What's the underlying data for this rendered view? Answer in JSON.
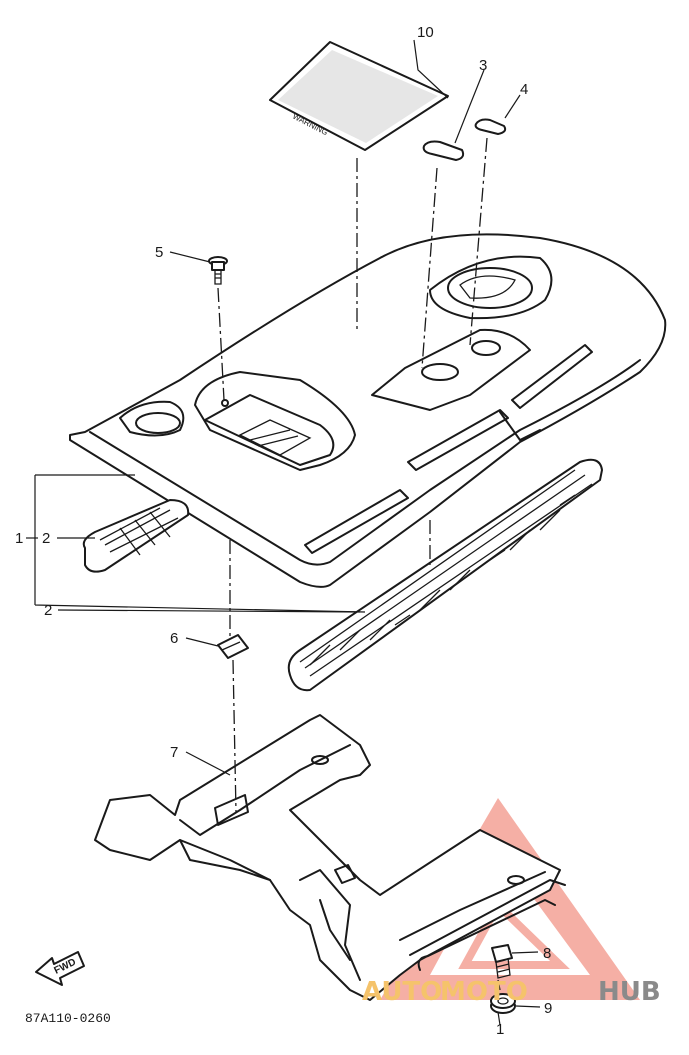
{
  "diagram": {
    "code": "87A110-0260",
    "fwd_label": "FWD",
    "warning_text": "WARNING",
    "callouts": {
      "p1": "1",
      "p2a": "2",
      "p2b": "2",
      "p3": "3",
      "p4": "4",
      "p5": "5",
      "p6": "6",
      "p7": "7",
      "p8": "8",
      "p9": "9",
      "p10": "10",
      "p1b": "1"
    }
  },
  "watermark": {
    "part1": "AUTO",
    "part2": "MOTO",
    "part3": "HUB",
    "color_primary": "#f08a7a",
    "color_auto": "#f5c36b",
    "color_hub": "#8a8a8a"
  }
}
